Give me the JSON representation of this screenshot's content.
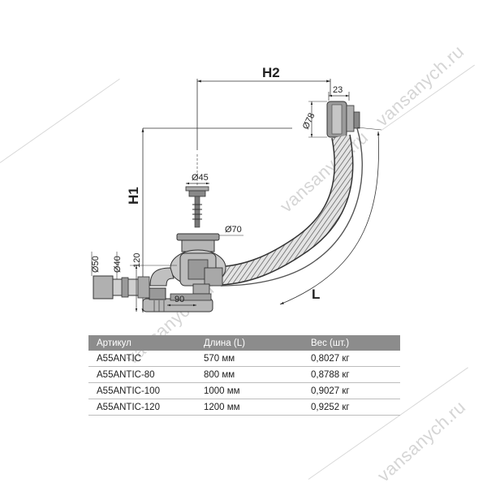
{
  "watermark": {
    "text": "vansanych.ru"
  },
  "diagram": {
    "dim_h2": "H2",
    "dim_h1": "H1",
    "dim_l": "L",
    "dim_23": "23",
    "dim_78": "Ø78",
    "dim_45": "Ø45",
    "dim_70": "Ø70",
    "dim_50": "Ø50",
    "dim_40": "Ø40",
    "dim_120": "120",
    "dim_90": "90"
  },
  "table": {
    "headers": [
      "Артикул",
      "Длина (L)",
      "Вес (шт.)"
    ],
    "rows": [
      [
        "A55ANTIC",
        "570 мм",
        "0,8027 кг"
      ],
      [
        "A55ANTIC-80",
        "800 мм",
        "0,8788 кг"
      ],
      [
        "A55ANTIC-100",
        "1000 мм",
        "0,9027 кг"
      ],
      [
        "A55ANTIC-120",
        "1200 мм",
        "0,9252 кг"
      ]
    ]
  }
}
